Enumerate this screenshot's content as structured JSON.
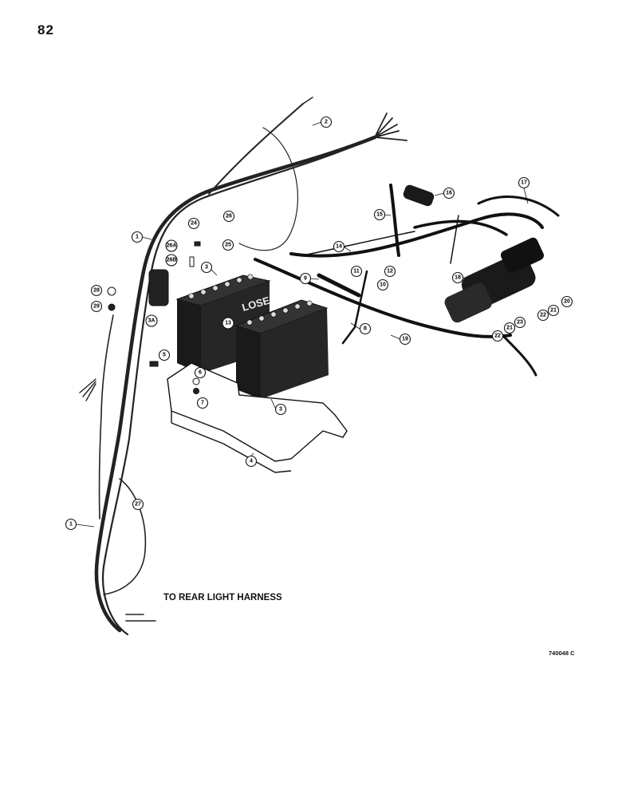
{
  "page": {
    "number": "82",
    "caption": "TO REAR LIGHT HARNESS",
    "figure_code": "740048 C"
  },
  "battery_label": "LOSE",
  "callouts": [
    {
      "id": "1",
      "label": "1"
    },
    {
      "id": "1b",
      "label": "1"
    },
    {
      "id": "2",
      "label": "2"
    },
    {
      "id": "3a",
      "label": "3"
    },
    {
      "id": "3b",
      "label": "3"
    },
    {
      "id": "3A",
      "label": "3A"
    },
    {
      "id": "4",
      "label": "4"
    },
    {
      "id": "5",
      "label": "5"
    },
    {
      "id": "6",
      "label": "6"
    },
    {
      "id": "7",
      "label": "7"
    },
    {
      "id": "8",
      "label": "8"
    },
    {
      "id": "9",
      "label": "9"
    },
    {
      "id": "10",
      "label": "10"
    },
    {
      "id": "11",
      "label": "11"
    },
    {
      "id": "12",
      "label": "12"
    },
    {
      "id": "13",
      "label": "13"
    },
    {
      "id": "14",
      "label": "14"
    },
    {
      "id": "15",
      "label": "15"
    },
    {
      "id": "16",
      "label": "16"
    },
    {
      "id": "17",
      "label": "17"
    },
    {
      "id": "18",
      "label": "18"
    },
    {
      "id": "19",
      "label": "19"
    },
    {
      "id": "20",
      "label": "20"
    },
    {
      "id": "21a",
      "label": "21"
    },
    {
      "id": "21b",
      "label": "21"
    },
    {
      "id": "22a",
      "label": "22"
    },
    {
      "id": "22b",
      "label": "22"
    },
    {
      "id": "23",
      "label": "23"
    },
    {
      "id": "24",
      "label": "24"
    },
    {
      "id": "25",
      "label": "25"
    },
    {
      "id": "26",
      "label": "26"
    },
    {
      "id": "26A",
      "label": "26A"
    },
    {
      "id": "26B",
      "label": "26B"
    },
    {
      "id": "27",
      "label": "27"
    },
    {
      "id": "28",
      "label": "28"
    },
    {
      "id": "29",
      "label": "29"
    }
  ]
}
